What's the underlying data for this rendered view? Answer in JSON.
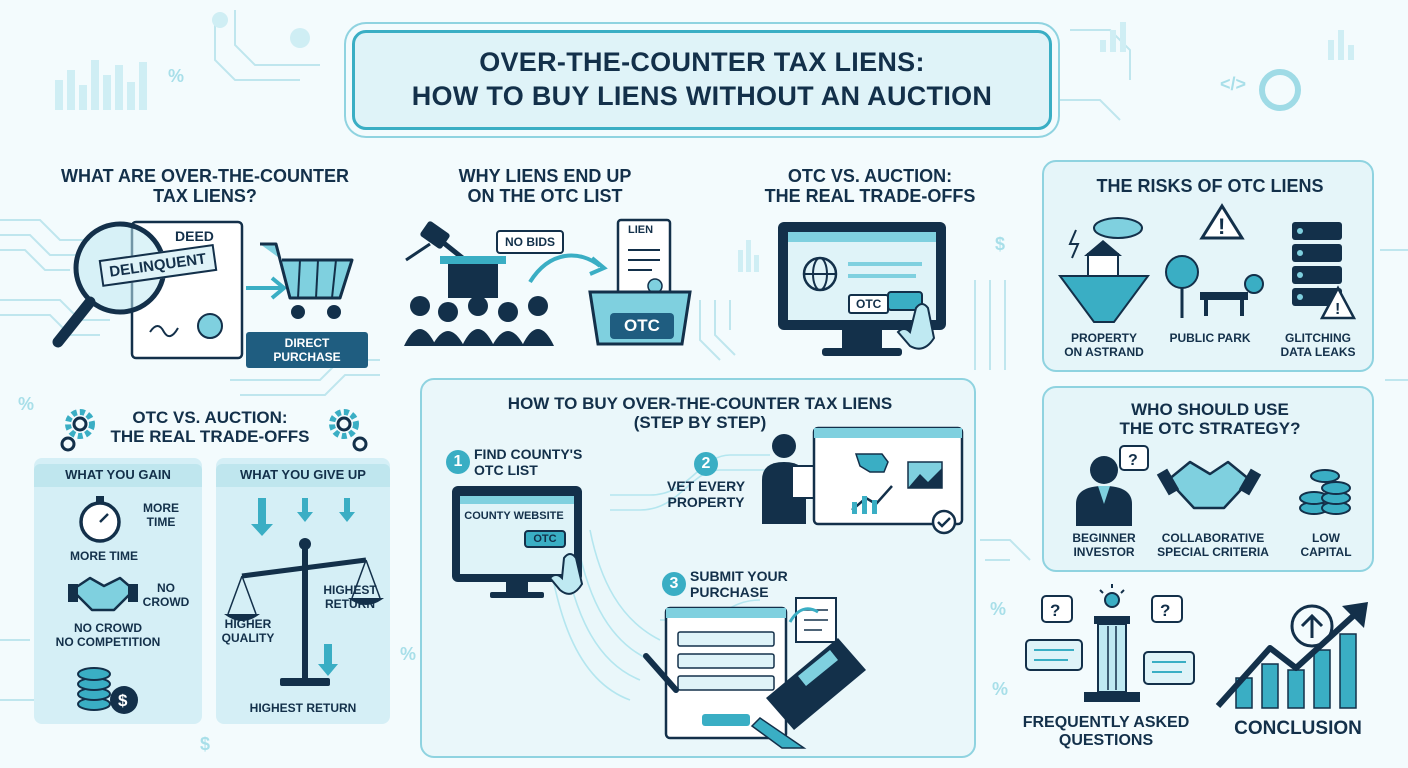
{
  "title": {
    "line1": "OVER-THE-COUNTER TAX LIENS:",
    "line2": "HOW TO BUY LIENS WITHOUT AN AUCTION"
  },
  "what_are": {
    "heading_line1": "WHAT ARE OVER-THE-COUNTER",
    "heading_line2": "TAX LIENS?",
    "deed_label": "DEED",
    "stamp_label": "DELINQUENT",
    "tag_label": "DIRECT PURCHASE"
  },
  "why": {
    "heading_line1": "WHY LIENS END UP",
    "heading_line2": "ON THE OTC LIST",
    "bubble_label": "NO BIDS",
    "doc_label": "LIEN",
    "basket_label": "OTC"
  },
  "tradeoffs_top": {
    "heading_line1": "OTC VS. AUCTION:",
    "heading_line2": "THE REAL TRADE-OFFS",
    "button_label": "OTC"
  },
  "tradeoffs_left": {
    "heading_line1": "OTC VS. AUCTION:",
    "heading_line2": "THE REAL TRADE-OFFS",
    "gain": {
      "heading": "WHAT YOU GAIN",
      "item1_side_line1": "MORE",
      "item1_side_line2": "TIME",
      "item1_caption": "MORE TIME",
      "item2_side_line1": "NO",
      "item2_side_line2": "CROWD",
      "item2_caption_line1": "NO CROWD",
      "item2_caption_line2": "NO COMPETITION"
    },
    "give_up": {
      "heading": "WHAT YOU GIVE UP",
      "left_pan_line1": "HIGHER",
      "left_pan_line2": "QUALITY",
      "right_pan_line1": "HIGHEST",
      "right_pan_line2": "RETURN",
      "caption": "HIGHEST RETURN"
    }
  },
  "how_to": {
    "heading_line1": "HOW TO BUY OVER-THE-COUNTER TAX LIENS",
    "heading_line2": "(STEP BY STEP)",
    "steps": [
      {
        "num": "1",
        "line1": "FIND COUNTY'S",
        "line2": "OTC LIST"
      },
      {
        "num": "2",
        "line1": "VET EVERY",
        "line2": "PROPERTY"
      },
      {
        "num": "3",
        "line1": "SUBMIT YOUR",
        "line2": "PURCHASE"
      }
    ],
    "website_label": "COUNTY WEBSITE",
    "website_button": "OTC"
  },
  "risks": {
    "heading": "THE RISKS OF OTC LIENS",
    "items": [
      {
        "line1": "PROPERTY",
        "line2": "ON ASTRAND"
      },
      {
        "line1": "PUBLIC PARK",
        "line2": ""
      },
      {
        "line1": "GLITCHING",
        "line2": "DATA LEAKS"
      }
    ]
  },
  "who": {
    "heading_line1": "WHO SHOULD USE",
    "heading_line2": "THE OTC STRATEGY?",
    "items": [
      {
        "line1": "BEGINNER",
        "line2": "INVESTOR"
      },
      {
        "line1": "COLLABORATIVE",
        "line2": "SPECIAL CRITERIA"
      },
      {
        "line1": "LOW",
        "line2": "CAPITAL"
      }
    ]
  },
  "faq": {
    "line1": "FREQUENTLY ASKED",
    "line2": "QUESTIONS"
  },
  "conclusion": {
    "label": "CONCLUSION"
  },
  "colors": {
    "accent": "#3aaec4",
    "dark": "#13304a",
    "navy": "#1f5d80",
    "panel": "#e5f5f9"
  }
}
